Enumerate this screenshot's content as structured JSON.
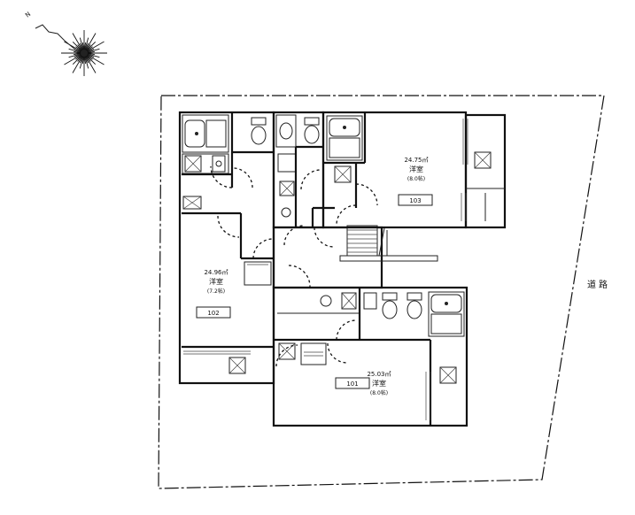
{
  "compass": {
    "north_label": "N"
  },
  "road": {
    "label": "道路"
  },
  "units": [
    {
      "number": "103",
      "area": "24.75㎡",
      "room_type": "洋室",
      "size_jo": "(8.0帖)"
    },
    {
      "number": "102",
      "area": "24.96㎡",
      "room_type": "洋室",
      "size_jo": "(7.2帖)"
    },
    {
      "number": "101",
      "area": "25.03㎡",
      "room_type": "洋室",
      "size_jo": "(8.0帖)"
    }
  ]
}
